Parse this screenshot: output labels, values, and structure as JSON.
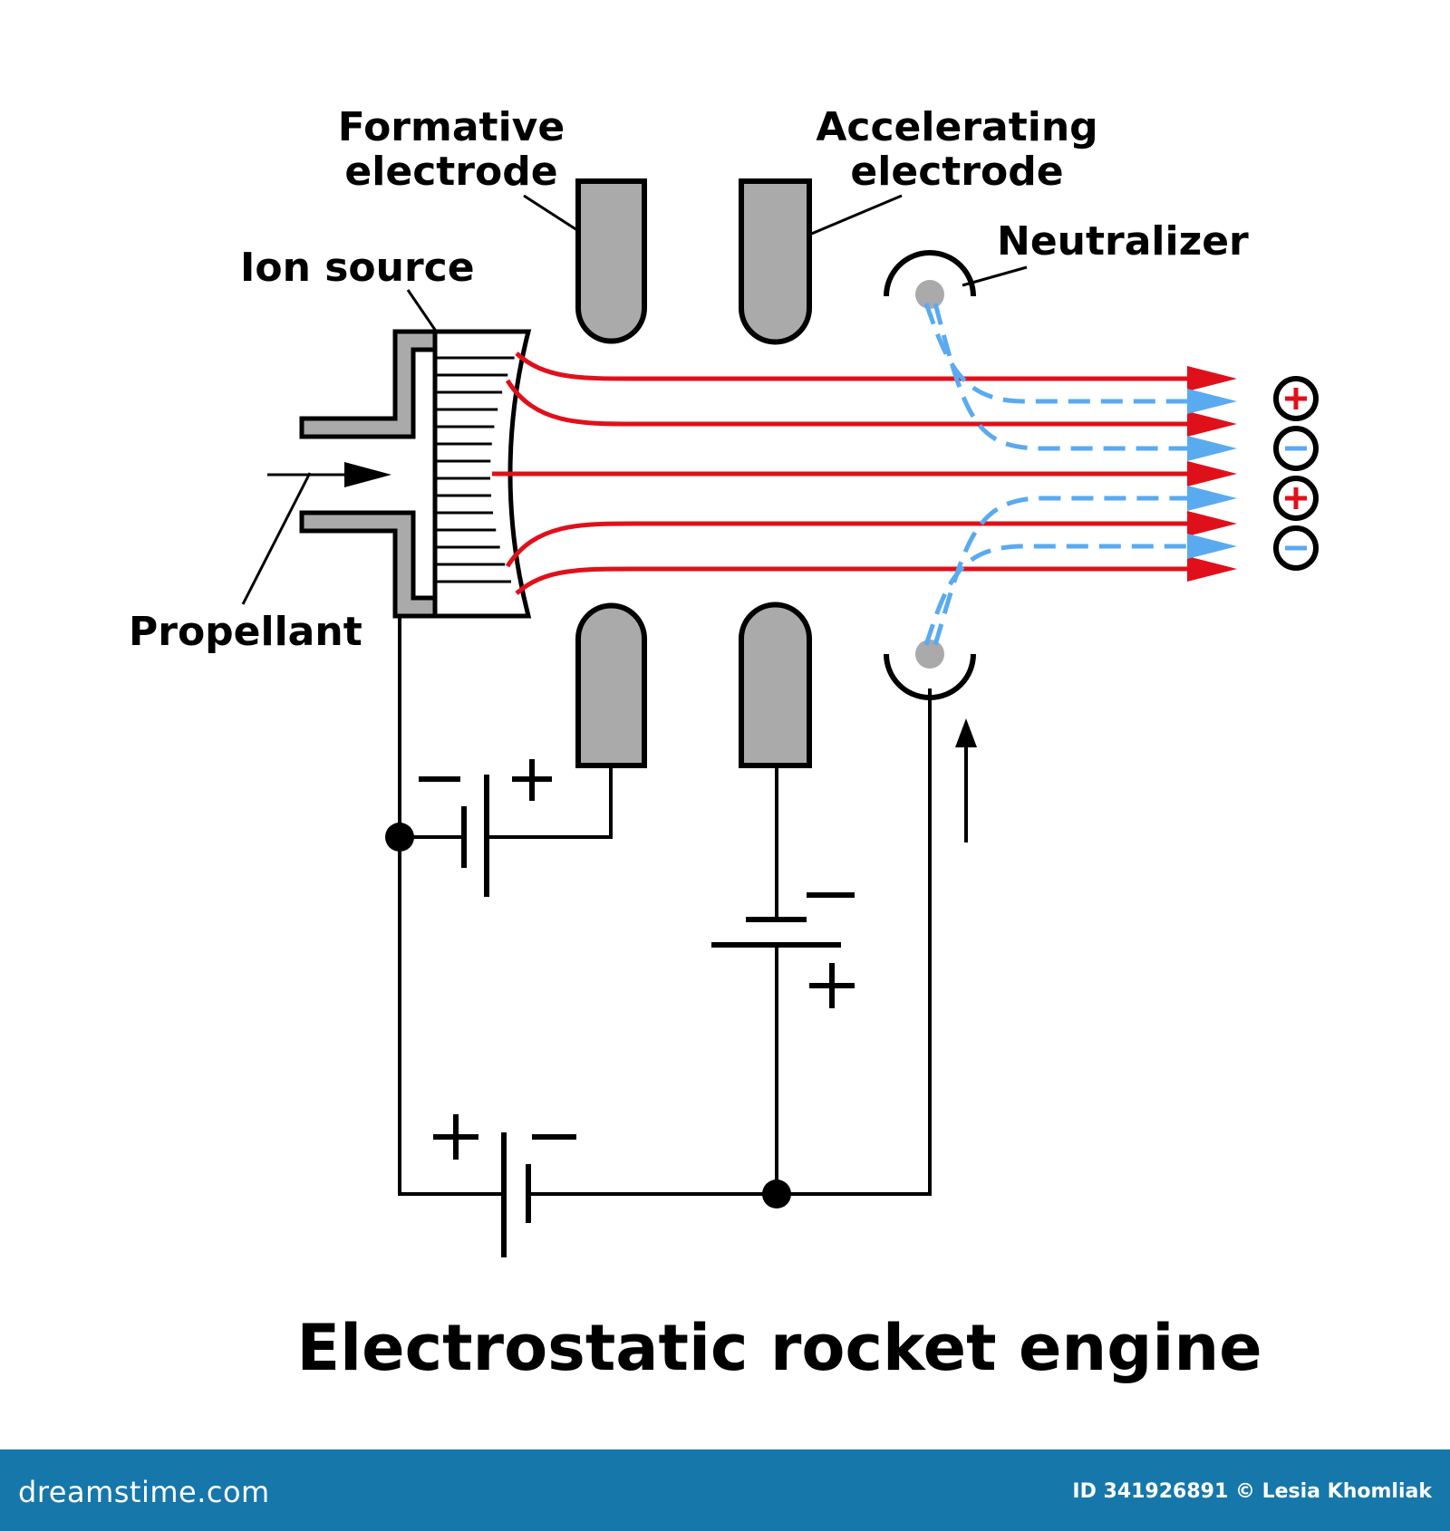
{
  "labels": {
    "formative_1": "Formative",
    "formative_2": "electrode",
    "accelerating_1": "Accelerating",
    "accelerating_2": "electrode",
    "neutralizer": "Neutralizer",
    "ion_source": "Ion source",
    "propellant": "Propellant",
    "title": "Electrostatic rocket engine"
  },
  "symbols": {
    "plus": "+",
    "minus": "−"
  },
  "footer": {
    "brand": "dreamstime.com",
    "credit": "ID 341926891 © Lesia Khomliak"
  },
  "colors": {
    "ion_beam": "#e0101a",
    "electron_beam": "#5aaaf0",
    "electrode_fill": "#aaaaaa",
    "neutralizer_dot": "#aaaaaa",
    "footer_bg": "#1677aa"
  },
  "icons": [
    "plus-icon",
    "minus-icon",
    "arrow-icon"
  ]
}
